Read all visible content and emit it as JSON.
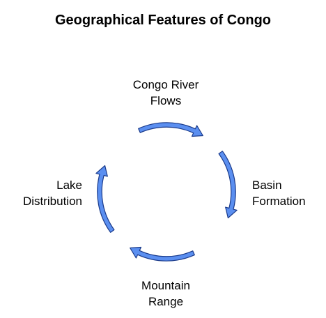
{
  "title": "Geographical Features of Congo",
  "nodes": [
    {
      "lines": [
        "Congo River",
        "Flows"
      ]
    },
    {
      "lines": [
        "Basin",
        "Formation"
      ]
    },
    {
      "lines": [
        "Mountain",
        "Range"
      ]
    },
    {
      "lines": [
        "Lake",
        "Distribution"
      ]
    }
  ],
  "colors": {
    "arrow_fill": "#5b8ff0",
    "arrow_stroke": "#1a3a8a",
    "text": "#000000",
    "background": "#ffffff"
  }
}
